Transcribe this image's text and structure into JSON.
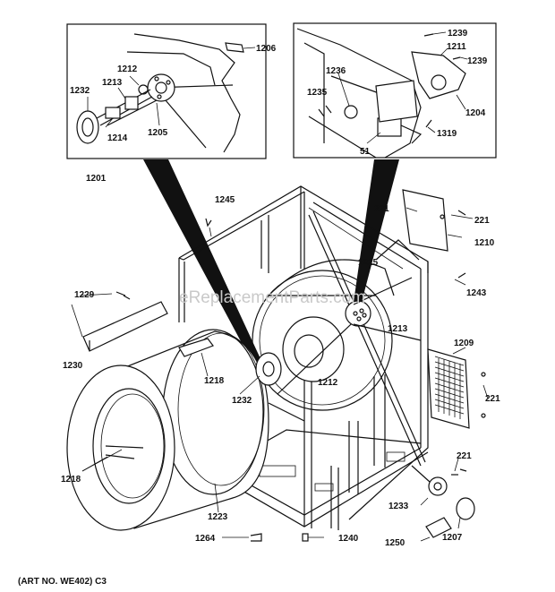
{
  "watermark": "eReplacementParts.com",
  "art_number": "(ART NO. WE402) C3",
  "inset_left_labels": {
    "p1206": "1206",
    "p1212": "1212",
    "p1213": "1213",
    "p1232": "1232",
    "p1214": "1214",
    "p1205": "1205",
    "p1201": "1201"
  },
  "inset_right_labels": {
    "p1239a": "1239",
    "p1211": "1211",
    "p1239b": "1239",
    "p1236": "1236",
    "p1235": "1235",
    "p1204": "1204",
    "p1319": "1319",
    "p51": "51"
  },
  "main_labels": {
    "p1245": "1245",
    "p221a": "221",
    "p221b": "221",
    "p1210": "1210",
    "p1229": "1229",
    "p1215": "1215",
    "p1243": "1243",
    "p1209": "1209",
    "p1230": "1230",
    "p1213": "1213",
    "p1218a": "1218",
    "p1212": "1212",
    "p1232": "1232",
    "p221c": "221",
    "p221d": "221",
    "p1218b": "1218",
    "p1233": "1233",
    "p1223": "1223",
    "p1207": "1207",
    "p1250": "1250",
    "p1264": "1264",
    "p1240": "1240"
  }
}
